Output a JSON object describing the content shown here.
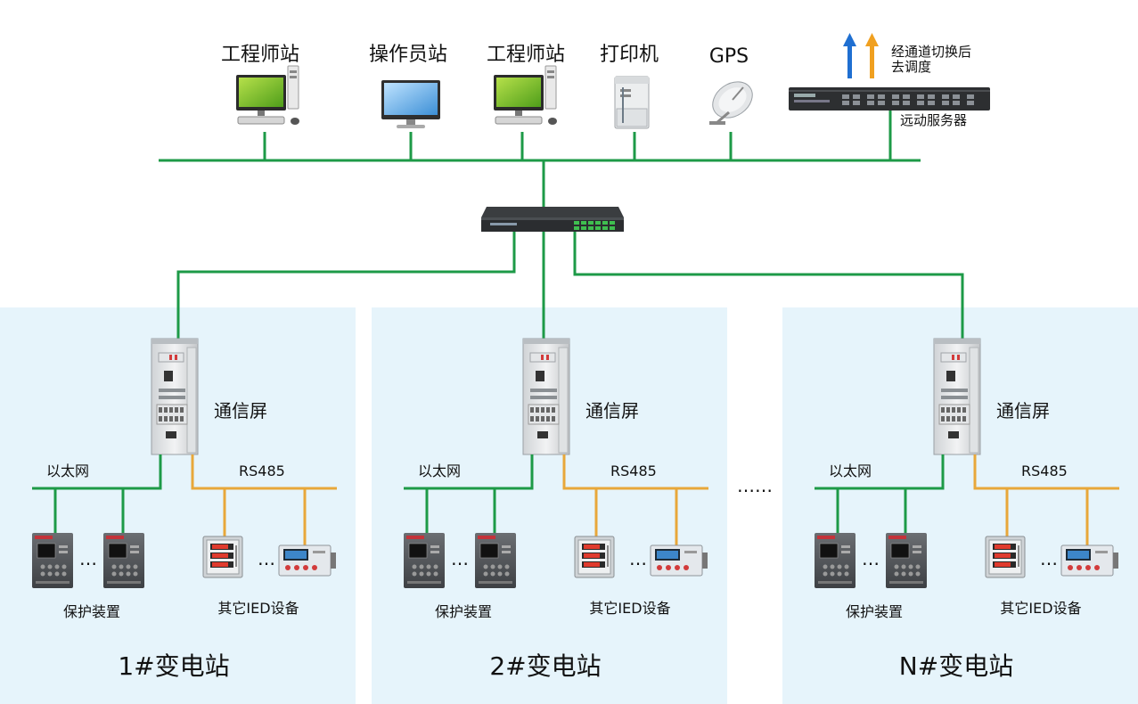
{
  "top_devices": [
    {
      "label": "工程师站",
      "icon": "desktop-pc-icon"
    },
    {
      "label": "操作员站",
      "icon": "monitor-icon"
    },
    {
      "label": "工程师站",
      "icon": "desktop-pc-icon"
    },
    {
      "label": "打印机",
      "icon": "printer-icon"
    },
    {
      "label": "GPS",
      "icon": "satellite-dish-icon"
    }
  ],
  "remote_server": {
    "label": "远动服务器",
    "note_line1": "经通道切换后",
    "note_line2": "去调度",
    "arrow_colors": [
      "#1f6fd1",
      "#f0a020"
    ]
  },
  "switch": {
    "icon": "network-switch-icon"
  },
  "stations": [
    {
      "name": "1#变电站",
      "cabinet_label": "通信屏",
      "ethernet_label": "以太网",
      "rs485_label": "RS485",
      "protection_label": "保护装置",
      "ied_label": "其它IED设备",
      "ellipsis": "…"
    },
    {
      "name": "2#变电站",
      "cabinet_label": "通信屏",
      "ethernet_label": "以太网",
      "rs485_label": "RS485",
      "protection_label": "保护装置",
      "ied_label": "其它IED设备",
      "ellipsis": "…"
    },
    {
      "name": "N#变电站",
      "cabinet_label": "通信屏",
      "ethernet_label": "以太网",
      "rs485_label": "RS485",
      "protection_label": "保护装置",
      "ied_label": "其它IED设备",
      "ellipsis": "…"
    }
  ],
  "between_stations_ellipsis": "……",
  "colors": {
    "ethernet_line": "#1d9a47",
    "rs485_line": "#e8a73a",
    "station_bg": "#e6f4fb"
  }
}
